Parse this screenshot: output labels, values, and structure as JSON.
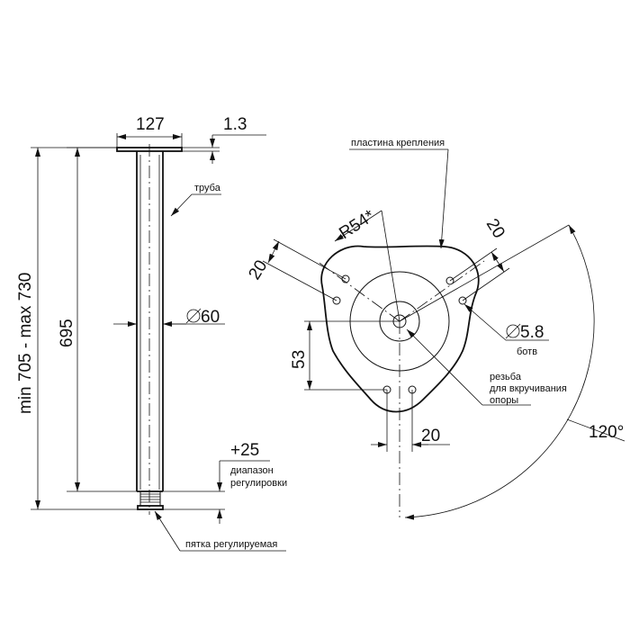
{
  "leg": {
    "dim_width": "127",
    "dim_plate_thickness": "1.3",
    "dim_length": "695",
    "dim_total_range": "min 705 - max 730",
    "dim_tube_diameter": "60",
    "dim_adjust": "+25",
    "note_tube": "труба",
    "note_adjust_line1": "диапазон",
    "note_adjust_line2": "регулировки",
    "note_foot": "пятка регулируемая"
  },
  "plate": {
    "note_plate": "пластина крепления",
    "dim_radius": "R54*",
    "dim_20_left": "20",
    "dim_20_right": "20",
    "dim_20_bottom": "20",
    "dim_53": "53",
    "dim_hole": "5.8",
    "note_bolts": "ботв",
    "note_thread_line1": "резьба",
    "note_thread_line2": "для вкручивания",
    "note_thread_line3": "опоры",
    "dim_angle": "120°"
  },
  "colors": {
    "line": "#111111",
    "background": "#ffffff"
  }
}
